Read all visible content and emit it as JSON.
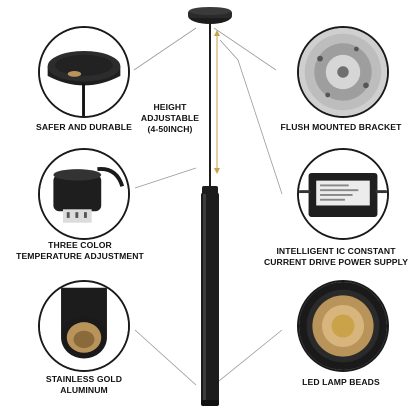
{
  "features": {
    "canopy": {
      "lines": [
        "SAFER AND DURABLE"
      ]
    },
    "bracket": {
      "lines": [
        "FLUSH MOUNTED BRACKET"
      ]
    },
    "color_temp": {
      "lines": [
        "THREE COLOR",
        "TEMPERATURE ADJUSTMENT"
      ]
    },
    "driver": {
      "lines": [
        "INTELLIGENT IC CONSTANT",
        "CURRENT DRIVE POWER SUPPLY"
      ]
    },
    "aluminum": {
      "lines": [
        "STAINLESS GOLD",
        "ALUMINUM"
      ]
    },
    "beads": {
      "lines": [
        "LED LAMP BEADS"
      ]
    }
  },
  "height_note": {
    "lines": [
      "HEIGHT",
      "ADJUSTABLE",
      "(4-50INCH)"
    ]
  },
  "colors": {
    "fixture": "#1c1c1c",
    "gold": "#b8945a",
    "arrow": "#c9a24a",
    "leader": "#9a9a9a"
  }
}
